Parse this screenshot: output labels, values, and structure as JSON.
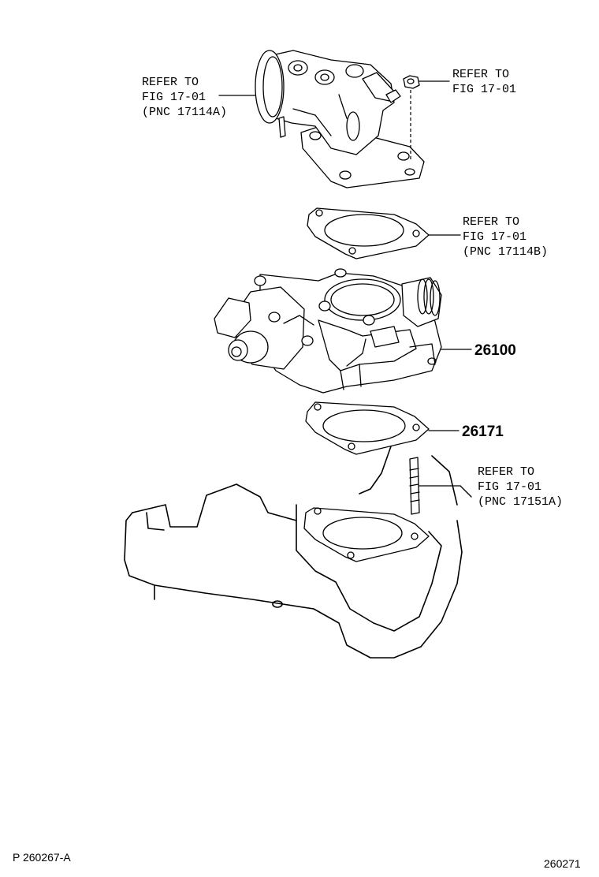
{
  "callouts": {
    "top_left": {
      "line1": "REFER TO",
      "line2": "FIG 17-01",
      "line3": "(PNC 17114A)"
    },
    "top_right": {
      "line1": "REFER TO",
      "line2": "FIG 17-01"
    },
    "gasket_upper": {
      "line1": "REFER TO",
      "line2": "FIG 17-01",
      "line3": "(PNC 17114B)"
    },
    "stud": {
      "line1": "REFER TO",
      "line2": "FIG 17-01",
      "line3": "(PNC 17151A)"
    }
  },
  "part_numbers": {
    "throttle_body": "26100",
    "gasket_lower": "26171"
  },
  "footer": {
    "left": "P 260267-A",
    "right": "260271"
  }
}
